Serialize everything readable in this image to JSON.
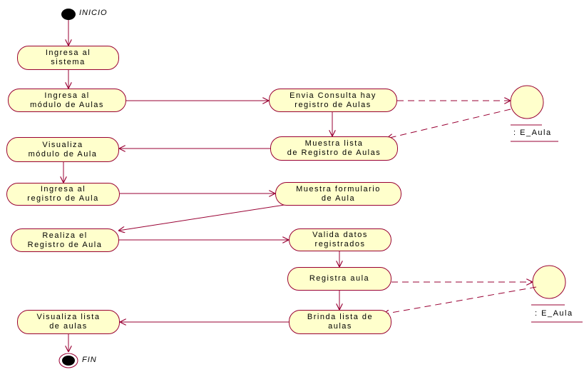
{
  "diagram": {
    "start_label": "INICIO",
    "end_label": "FIN",
    "activities": {
      "ingresa_sistema": "Ingresa al\nsistema",
      "ingresa_modulo": "Ingresa al\nmódulo  de Aulas",
      "envia_consulta": "Envia Consulta hay\nregistro de Aulas",
      "muestra_lista": "Muestra lista\nde Registro de Aulas",
      "visualiza_modulo": "Visualiza\nmódulo de Aula",
      "ingresa_registro": "Ingresa al\nregistro de Aula",
      "muestra_formulario": "Muestra formulario\nde Aula",
      "realiza_registro": "Realiza el\nRegistro de Aula",
      "valida_datos": "Valida datos\nregistrados",
      "registra_aula": "Registra aula",
      "brinda_lista": "Brinda lista de\naulas",
      "visualiza_lista": "Visualiza lista\nde aulas"
    },
    "entities": {
      "entity1": ": E_Aula",
      "entity2": ": E_Aula"
    },
    "colors": {
      "activity_fill": "#ffffcc",
      "line": "#990033",
      "final_node": "#000000"
    }
  }
}
